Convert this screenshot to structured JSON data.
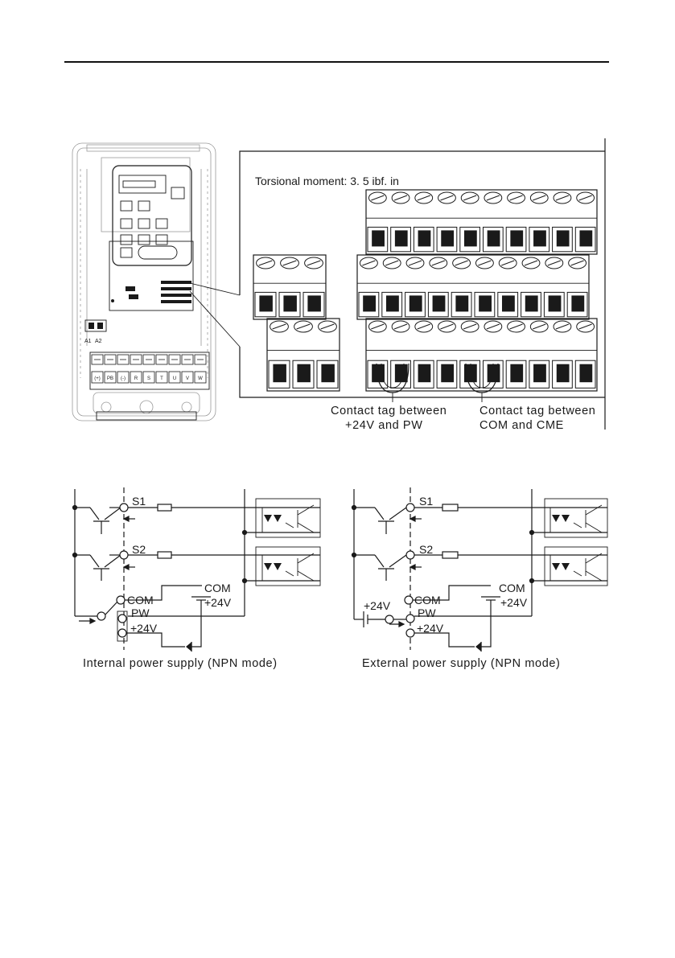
{
  "figure_top": {
    "torsion_label": "Torsional moment: 3. 5 ibf. in",
    "tag1_line1": "Contact tag between",
    "tag1_line2": "+24V and PW",
    "tag2_line1": "Contact tag between",
    "tag2_line2": "COM and CME",
    "drive_labels": {
      "a1": "A1",
      "a2": "A2",
      "terminals": [
        "(+)",
        "PB",
        "(-)",
        "R",
        "S",
        "T",
        "U",
        "V",
        "W"
      ]
    }
  },
  "circuit_internal": {
    "caption": "Internal power supply (NPN mode)",
    "s1": "S1",
    "s2": "S2",
    "com_terminal": "COM",
    "pw_terminal": "PW",
    "v24_terminal": "+24V",
    "com_internal": "COM",
    "v24_internal": "+24V"
  },
  "circuit_external": {
    "caption": "External power supply (NPN mode)",
    "s1": "S1",
    "s2": "S2",
    "ext_supply": "+24V",
    "com_terminal": "COM",
    "pw_terminal": "PW",
    "v24_terminal": "+24V",
    "com_internal": "COM",
    "v24_internal": "+24V"
  }
}
